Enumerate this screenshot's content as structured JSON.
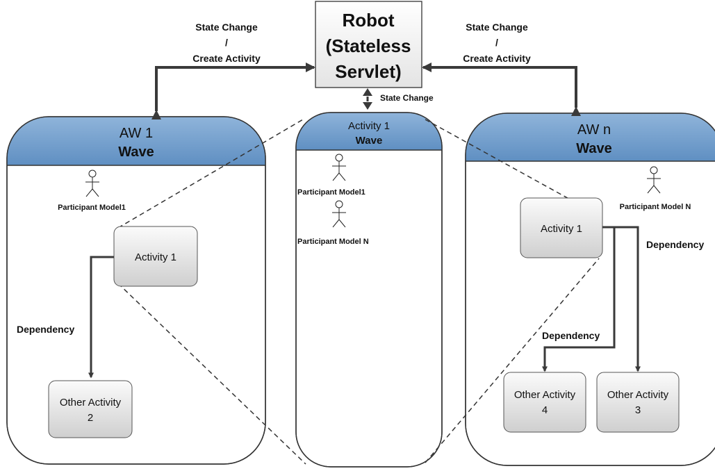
{
  "robot": {
    "line1": "Robot",
    "line2": "(Stateless",
    "line3": "Servlet)"
  },
  "left_edge_label": {
    "line1": "State Change",
    "line2": "/",
    "line3": "Create Activity"
  },
  "right_edge_label": {
    "line1": "State Change",
    "line2": "/",
    "line3": "Create Activity"
  },
  "center_edge_label": "State Change",
  "aw1": {
    "title": "AW 1",
    "subtitle": "Wave",
    "participant": "Participant Model1",
    "activity": "Activity 1",
    "dependency": "Dependency",
    "other": {
      "line1": "Other Activity",
      "line2": "2"
    }
  },
  "activity_wave": {
    "title": "Activity 1",
    "subtitle": "Wave",
    "participant1": "Participant Model1",
    "participant2": "Participant Model N"
  },
  "awn": {
    "title": "AW n",
    "subtitle": "Wave",
    "participant": "Participant Model N",
    "activity": "Activity 1",
    "dependency_top": "Dependency",
    "dependency_bottom": "Dependency",
    "other4": {
      "line1": "Other Activity",
      "line2": "4"
    },
    "other3": {
      "line1": "Other Activity",
      "line2": "3"
    }
  },
  "colors": {
    "header_blue": "#6b9acb",
    "box_light": "#ffffff",
    "box_dark": "#d4d4d4",
    "line": "#3a3a3a"
  }
}
